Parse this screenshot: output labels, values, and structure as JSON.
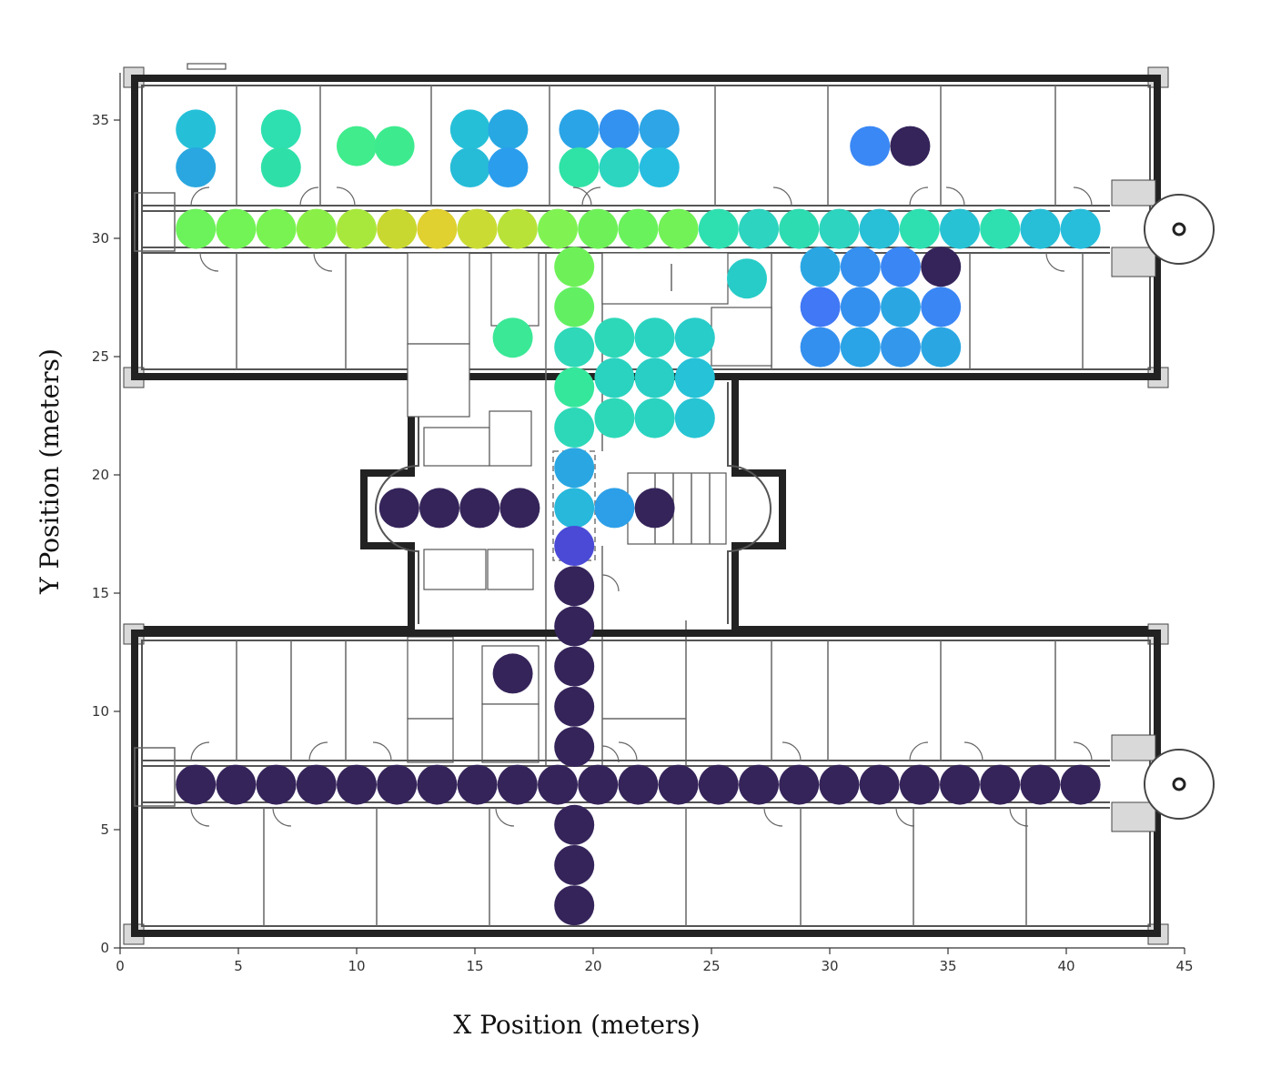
{
  "chart_data": {
    "type": "scatter",
    "xlabel": "X Position (meters)",
    "ylabel": "Y Position (meters)",
    "xlim": [
      0,
      45
    ],
    "ylim": [
      0,
      37
    ],
    "x_ticks": [
      0,
      5,
      10,
      15,
      20,
      25,
      30,
      35,
      40,
      45
    ],
    "y_ticks": [
      0,
      5,
      10,
      15,
      20,
      25,
      30,
      35
    ],
    "background": "building floor plan",
    "colormap": "viridis-like",
    "marker": "circle",
    "points": [
      {
        "x": 3.2,
        "y": 34.6,
        "color": "#25c0d8"
      },
      {
        "x": 3.2,
        "y": 33.0,
        "color": "#2aa7e0"
      },
      {
        "x": 6.8,
        "y": 34.6,
        "color": "#2ee0b0"
      },
      {
        "x": 6.8,
        "y": 33.0,
        "color": "#2ee0a8"
      },
      {
        "x": 10.0,
        "y": 33.9,
        "color": "#40ec8c"
      },
      {
        "x": 11.6,
        "y": 33.9,
        "color": "#3deb8e"
      },
      {
        "x": 14.8,
        "y": 34.6,
        "color": "#25c0d8"
      },
      {
        "x": 16.4,
        "y": 34.6,
        "color": "#27a8e3"
      },
      {
        "x": 14.8,
        "y": 33.0,
        "color": "#26bcd8"
      },
      {
        "x": 16.4,
        "y": 33.0,
        "color": "#2b9ded"
      },
      {
        "x": 19.4,
        "y": 34.6,
        "color": "#2aa4e6"
      },
      {
        "x": 21.1,
        "y": 34.6,
        "color": "#3392ef"
      },
      {
        "x": 22.8,
        "y": 34.6,
        "color": "#2da5e6"
      },
      {
        "x": 19.4,
        "y": 33.0,
        "color": "#2fe2a5"
      },
      {
        "x": 21.1,
        "y": 33.0,
        "color": "#2bd5c0"
      },
      {
        "x": 22.8,
        "y": 33.0,
        "color": "#27bde0"
      },
      {
        "x": 31.7,
        "y": 33.9,
        "color": "#3a88f5"
      },
      {
        "x": 33.4,
        "y": 33.9,
        "color": "#35245a"
      },
      {
        "x": 3.2,
        "y": 30.4,
        "color": "#6cf25a"
      },
      {
        "x": 4.9,
        "y": 30.4,
        "color": "#72f356"
      },
      {
        "x": 6.6,
        "y": 30.4,
        "color": "#78f352"
      },
      {
        "x": 8.3,
        "y": 30.4,
        "color": "#8af048"
      },
      {
        "x": 10.0,
        "y": 30.4,
        "color": "#a8e83c"
      },
      {
        "x": 11.7,
        "y": 30.4,
        "color": "#c8d830"
      },
      {
        "x": 13.4,
        "y": 30.4,
        "color": "#e0d030"
      },
      {
        "x": 15.1,
        "y": 30.4,
        "color": "#cadc34"
      },
      {
        "x": 16.8,
        "y": 30.4,
        "color": "#b8e238"
      },
      {
        "x": 18.5,
        "y": 30.4,
        "color": "#80f352"
      },
      {
        "x": 20.2,
        "y": 30.4,
        "color": "#6ef158"
      },
      {
        "x": 21.9,
        "y": 30.4,
        "color": "#6af25c"
      },
      {
        "x": 23.6,
        "y": 30.4,
        "color": "#72f256"
      },
      {
        "x": 25.3,
        "y": 30.4,
        "color": "#2ee0b0"
      },
      {
        "x": 27.0,
        "y": 30.4,
        "color": "#2dd4bf"
      },
      {
        "x": 28.7,
        "y": 30.4,
        "color": "#2ddcb0"
      },
      {
        "x": 30.4,
        "y": 30.4,
        "color": "#2dd4bf"
      },
      {
        "x": 32.1,
        "y": 30.4,
        "color": "#27c0d6"
      },
      {
        "x": 33.8,
        "y": 30.4,
        "color": "#2ee0b0"
      },
      {
        "x": 35.5,
        "y": 30.4,
        "color": "#27c3d4"
      },
      {
        "x": 37.2,
        "y": 30.4,
        "color": "#2ee0b0"
      },
      {
        "x": 38.9,
        "y": 30.4,
        "color": "#27bfd8"
      },
      {
        "x": 40.6,
        "y": 30.4,
        "color": "#27bedc"
      },
      {
        "x": 19.2,
        "y": 28.8,
        "color": "#6ef158"
      },
      {
        "x": 19.2,
        "y": 27.1,
        "color": "#62f062"
      },
      {
        "x": 19.2,
        "y": 25.4,
        "color": "#2ed8b8"
      },
      {
        "x": 19.2,
        "y": 23.7,
        "color": "#35e79a"
      },
      {
        "x": 19.2,
        "y": 22.0,
        "color": "#2dd8b8"
      },
      {
        "x": 16.6,
        "y": 25.8,
        "color": "#3ae896"
      },
      {
        "x": 26.5,
        "y": 28.3,
        "color": "#27ccc8"
      },
      {
        "x": 20.9,
        "y": 25.8,
        "color": "#2dd8b8"
      },
      {
        "x": 22.6,
        "y": 25.8,
        "color": "#2ad3c0"
      },
      {
        "x": 24.3,
        "y": 25.8,
        "color": "#28ccc8"
      },
      {
        "x": 20.9,
        "y": 24.1,
        "color": "#2ad3c0"
      },
      {
        "x": 22.6,
        "y": 24.1,
        "color": "#29cfc4"
      },
      {
        "x": 24.3,
        "y": 24.1,
        "color": "#26c2d8"
      },
      {
        "x": 20.9,
        "y": 22.4,
        "color": "#2dd8b8"
      },
      {
        "x": 22.6,
        "y": 22.4,
        "color": "#2ad3c0"
      },
      {
        "x": 24.3,
        "y": 22.4,
        "color": "#27c4d4"
      },
      {
        "x": 29.6,
        "y": 28.8,
        "color": "#2aa7e3"
      },
      {
        "x": 31.3,
        "y": 28.8,
        "color": "#3590ef"
      },
      {
        "x": 33.0,
        "y": 28.8,
        "color": "#3a86f5"
      },
      {
        "x": 34.7,
        "y": 28.8,
        "color": "#35245a"
      },
      {
        "x": 29.6,
        "y": 27.1,
        "color": "#4078f5"
      },
      {
        "x": 31.3,
        "y": 27.1,
        "color": "#3490ef"
      },
      {
        "x": 33.0,
        "y": 27.1,
        "color": "#2aa7e3"
      },
      {
        "x": 34.7,
        "y": 27.1,
        "color": "#3a86f5"
      },
      {
        "x": 29.6,
        "y": 25.4,
        "color": "#3490ef"
      },
      {
        "x": 31.3,
        "y": 25.4,
        "color": "#2aa4e6"
      },
      {
        "x": 33.0,
        "y": 25.4,
        "color": "#3398ec"
      },
      {
        "x": 34.7,
        "y": 25.4,
        "color": "#2aa7e3"
      },
      {
        "x": 19.2,
        "y": 20.3,
        "color": "#2aa7e3"
      },
      {
        "x": 19.2,
        "y": 18.6,
        "color": "#27b8dc"
      },
      {
        "x": 20.9,
        "y": 18.6,
        "color": "#2d9fe8"
      },
      {
        "x": 22.6,
        "y": 18.6,
        "color": "#35245a"
      },
      {
        "x": 19.2,
        "y": 17.0,
        "color": "#4a4ad6"
      },
      {
        "x": 11.8,
        "y": 18.6,
        "color": "#35245a"
      },
      {
        "x": 13.5,
        "y": 18.6,
        "color": "#35245a"
      },
      {
        "x": 15.2,
        "y": 18.6,
        "color": "#35245a"
      },
      {
        "x": 16.9,
        "y": 18.6,
        "color": "#35245a"
      },
      {
        "x": 19.2,
        "y": 15.3,
        "color": "#35245a"
      },
      {
        "x": 19.2,
        "y": 13.6,
        "color": "#35245a"
      },
      {
        "x": 19.2,
        "y": 11.9,
        "color": "#35245a"
      },
      {
        "x": 19.2,
        "y": 10.2,
        "color": "#35245a"
      },
      {
        "x": 19.2,
        "y": 8.5,
        "color": "#35245a"
      },
      {
        "x": 16.6,
        "y": 11.6,
        "color": "#35245a"
      },
      {
        "x": 3.2,
        "y": 6.9,
        "color": "#35245a"
      },
      {
        "x": 4.9,
        "y": 6.9,
        "color": "#35245a"
      },
      {
        "x": 6.6,
        "y": 6.9,
        "color": "#35245a"
      },
      {
        "x": 8.3,
        "y": 6.9,
        "color": "#35245a"
      },
      {
        "x": 10.0,
        "y": 6.9,
        "color": "#35245a"
      },
      {
        "x": 11.7,
        "y": 6.9,
        "color": "#35245a"
      },
      {
        "x": 13.4,
        "y": 6.9,
        "color": "#35245a"
      },
      {
        "x": 15.1,
        "y": 6.9,
        "color": "#35245a"
      },
      {
        "x": 16.8,
        "y": 6.9,
        "color": "#35245a"
      },
      {
        "x": 18.5,
        "y": 6.9,
        "color": "#35245a"
      },
      {
        "x": 20.2,
        "y": 6.9,
        "color": "#35245a"
      },
      {
        "x": 21.9,
        "y": 6.9,
        "color": "#35245a"
      },
      {
        "x": 23.6,
        "y": 6.9,
        "color": "#35245a"
      },
      {
        "x": 25.3,
        "y": 6.9,
        "color": "#35245a"
      },
      {
        "x": 27.0,
        "y": 6.9,
        "color": "#35245a"
      },
      {
        "x": 28.7,
        "y": 6.9,
        "color": "#35245a"
      },
      {
        "x": 30.4,
        "y": 6.9,
        "color": "#35245a"
      },
      {
        "x": 32.1,
        "y": 6.9,
        "color": "#35245a"
      },
      {
        "x": 33.8,
        "y": 6.9,
        "color": "#35245a"
      },
      {
        "x": 35.5,
        "y": 6.9,
        "color": "#35245a"
      },
      {
        "x": 37.2,
        "y": 6.9,
        "color": "#35245a"
      },
      {
        "x": 38.9,
        "y": 6.9,
        "color": "#35245a"
      },
      {
        "x": 40.6,
        "y": 6.9,
        "color": "#35245a"
      },
      {
        "x": 19.2,
        "y": 5.2,
        "color": "#35245a"
      },
      {
        "x": 19.2,
        "y": 3.5,
        "color": "#35245a"
      },
      {
        "x": 19.2,
        "y": 1.8,
        "color": "#35245a"
      }
    ]
  }
}
